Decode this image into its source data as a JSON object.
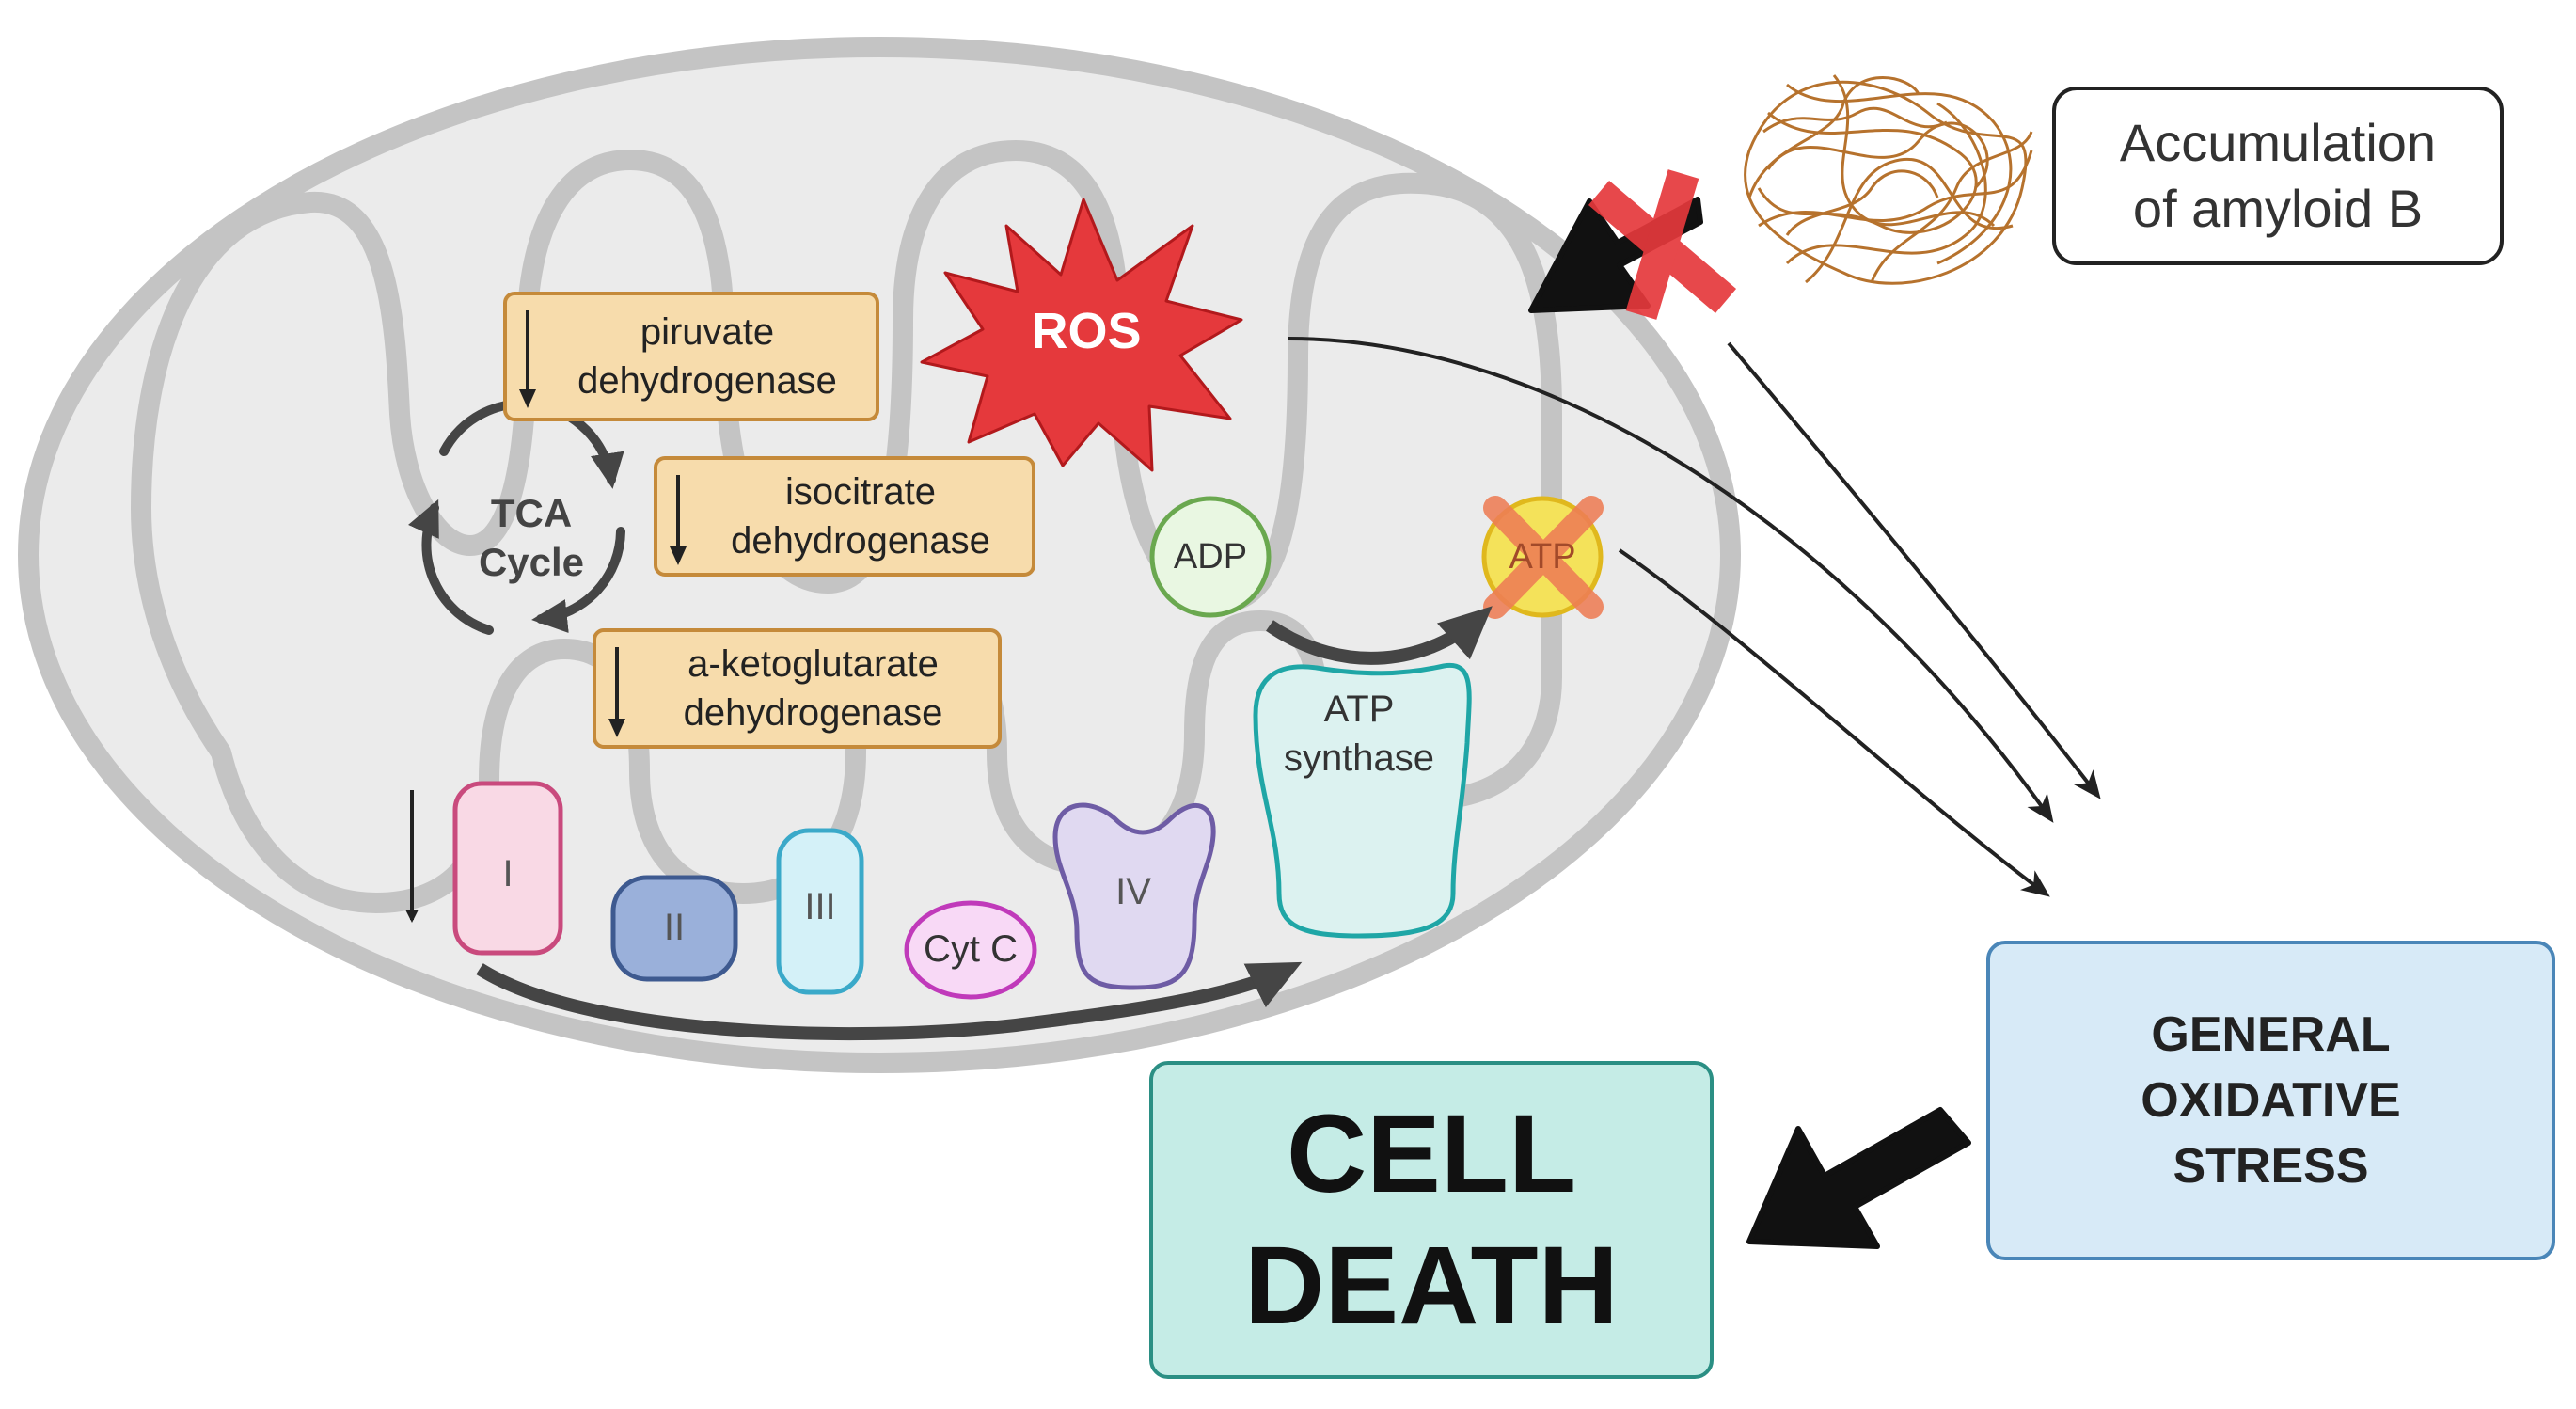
{
  "diagram": {
    "enzymes": {
      "pdh": "piruvate\ndehydrogenase",
      "idh": "isocitrate\ndehydrogenase",
      "akgdh": "a-ketoglutarate\ndehydrogenase"
    },
    "tca_label": "TCA\nCycle",
    "ros_label": "ROS",
    "adp_label": "ADP",
    "atp_label": "ATP",
    "atp_synthase_label": "ATP\nsynthase",
    "complexes": {
      "c1": "I",
      "c2": "II",
      "c3": "III",
      "cytc": "Cyt C",
      "c4": "IV"
    },
    "amyloid_label": "Accumulation\nof amyloid B",
    "stress_label": "GENERAL\nOXIDATIVE\nSTRESS",
    "death_label": "CELL\nDEATH",
    "colors": {
      "mito_fill": "#e8e8e8",
      "mito_stroke": "#bdbdbd",
      "ros_red": "#e5393c",
      "enzyme_fill": "#f7dcac",
      "enzyme_border": "#c58a3a",
      "stress_fill": "#d7eaf7",
      "death_fill": "#c5ece6",
      "amyloid_brown": "#b36b22"
    }
  }
}
